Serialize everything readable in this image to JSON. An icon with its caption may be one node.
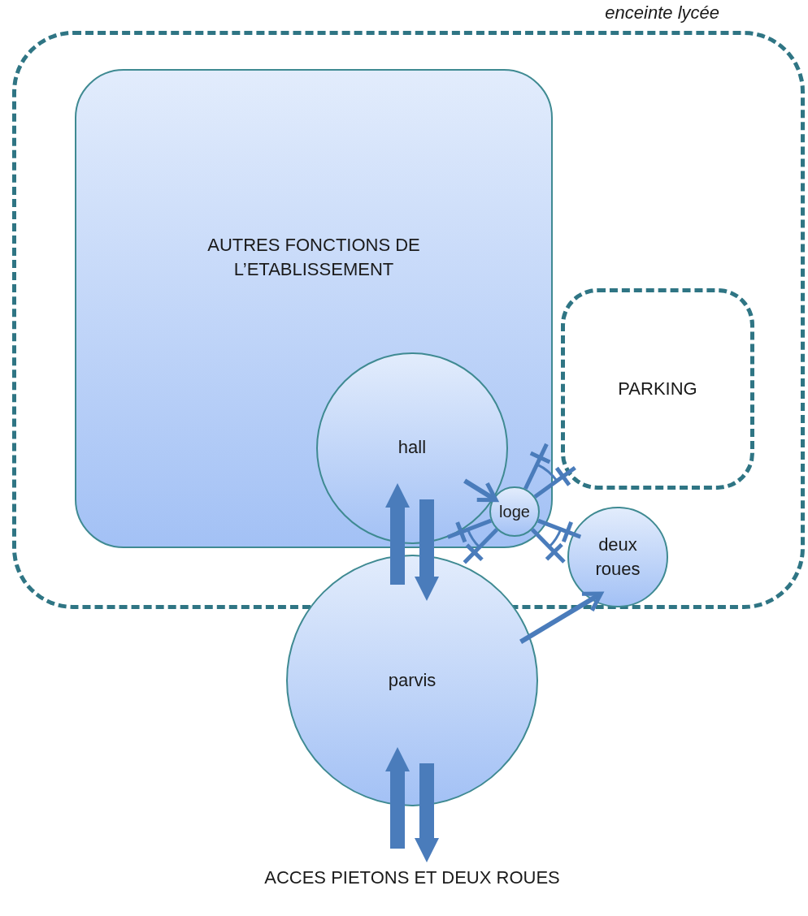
{
  "diagram": {
    "nodes": [
      {
        "text": [
          "enceinte lycée"
        ]
      },
      {
        "text": [
          "AUTRES FONCTIONS DE L’ETABLISSEMENT"
        ],
        "in": 0
      },
      {
        "text": [
          "PARKING"
        ],
        "in": 0
      },
      {
        "text": [
          "hall"
        ],
        "in": 1
      },
      {
        "text": [
          "loge"
        ],
        "in": 1
      },
      {
        "text": [
          "deux roues"
        ],
        "in": 0
      },
      {
        "text": [
          "parvis"
        ]
      },
      {
        "text": [
          "ACCES PIETONS ET DEUX ROUES"
        ]
      }
    ],
    "edges": [
      {
        "from": 6,
        "to": 3,
        "arrow": "to"
      },
      {
        "from": 3,
        "to": 6,
        "arrow": "to"
      },
      {
        "from": 3,
        "to": 4,
        "arrow": "to"
      },
      {
        "from": 6,
        "to": 5,
        "arrow": "to"
      },
      {
        "from": 7,
        "to": 6,
        "arrow": "to"
      },
      {
        "from": 6,
        "to": 7,
        "arrow": "to"
      }
    ]
  }
}
